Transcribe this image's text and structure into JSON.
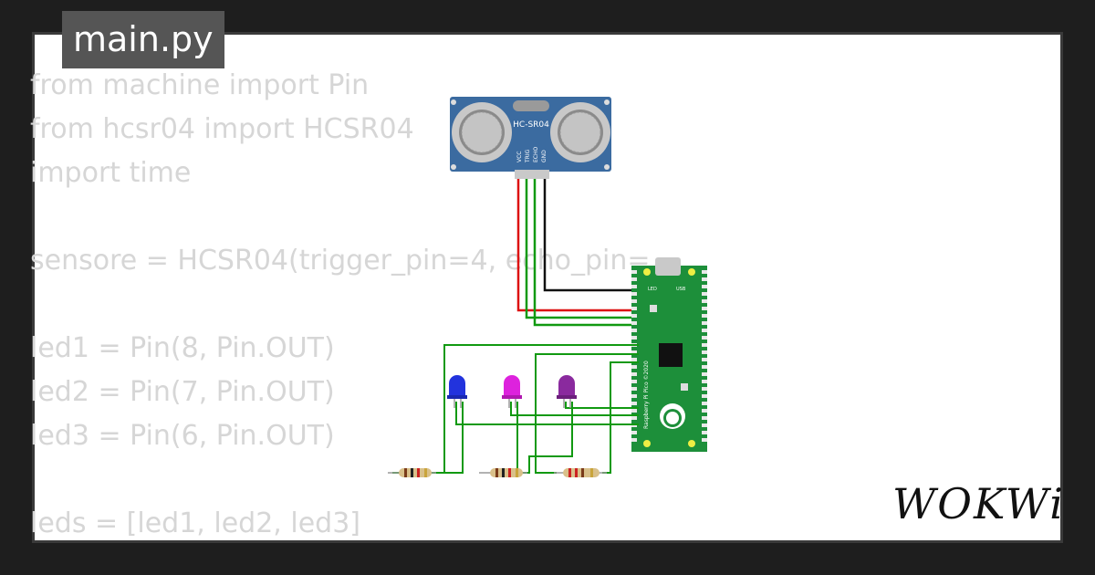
{
  "file_tab": {
    "label": "main.py"
  },
  "code_lines": [
    "from machine import Pin",
    "from hcsr04 import HCSR04",
    "import time",
    "",
    "sensore = HCSR04(trigger_pin=4, echo_pin=",
    "",
    "led1 = Pin(8, Pin.OUT)",
    "led2 = Pin(7, Pin.OUT)",
    "led3 = Pin(6, Pin.OUT)",
    "",
    "leds = [led1, led2, led3]"
  ],
  "sensor": {
    "label": "HC-SR04",
    "pins": [
      "VCC",
      "TRIG",
      "ECHO",
      "GND"
    ]
  },
  "board": {
    "usb_label": "USB",
    "led_label": "LED",
    "name_label": "Raspberry Pi Pico ©2020"
  },
  "leds": [
    {
      "color": "#2233dd"
    },
    {
      "color": "#dd22dd"
    },
    {
      "color": "#8a2a9e"
    }
  ],
  "wire_colors": {
    "power": "#dd1111",
    "ground": "#111111",
    "signal": "#119911"
  },
  "logo": "WOKWi"
}
